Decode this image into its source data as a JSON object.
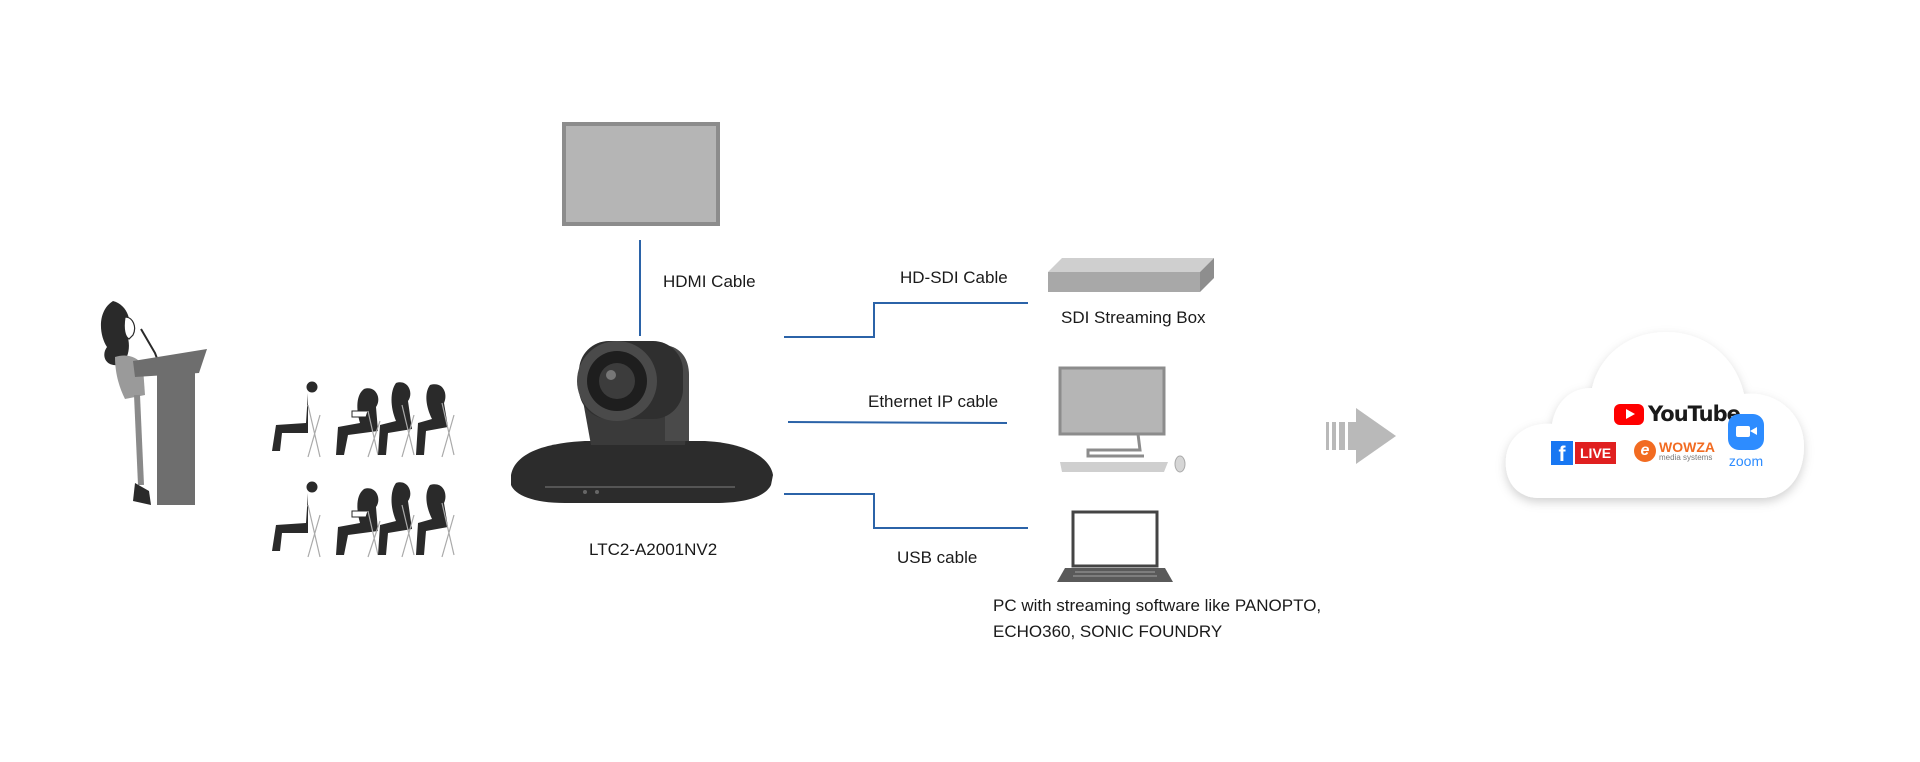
{
  "diagram": {
    "hdmi_cable_label": "HDMI Cable",
    "hdsdi_cable_label": "HD-SDI Cable",
    "ethernet_cable_label": "Ethernet IP cable",
    "usb_cable_label": "USB cable",
    "camera_model_label": "LTC2-A2001NV2",
    "sdi_box_label": "SDI Streaming Box",
    "pc_label_line1": "PC with streaming software like PANOPTO,",
    "pc_label_line2": "ECHO360, SONIC FOUNDRY"
  },
  "cloud": {
    "youtube_text": "YouTube",
    "facebook_live_text": "LIVE",
    "wowza_text": "WOWZA",
    "wowza_subtext": "media systems",
    "zoom_text": "zoom"
  },
  "colors": {
    "wire": "#2b63a8",
    "device_gray": "#b5b5b5",
    "youtube_red": "#ff0000",
    "facebook_blue": "#1877f2",
    "live_red": "#e02020",
    "wowza_orange": "#f26b21",
    "zoom_blue": "#2d8cff"
  }
}
